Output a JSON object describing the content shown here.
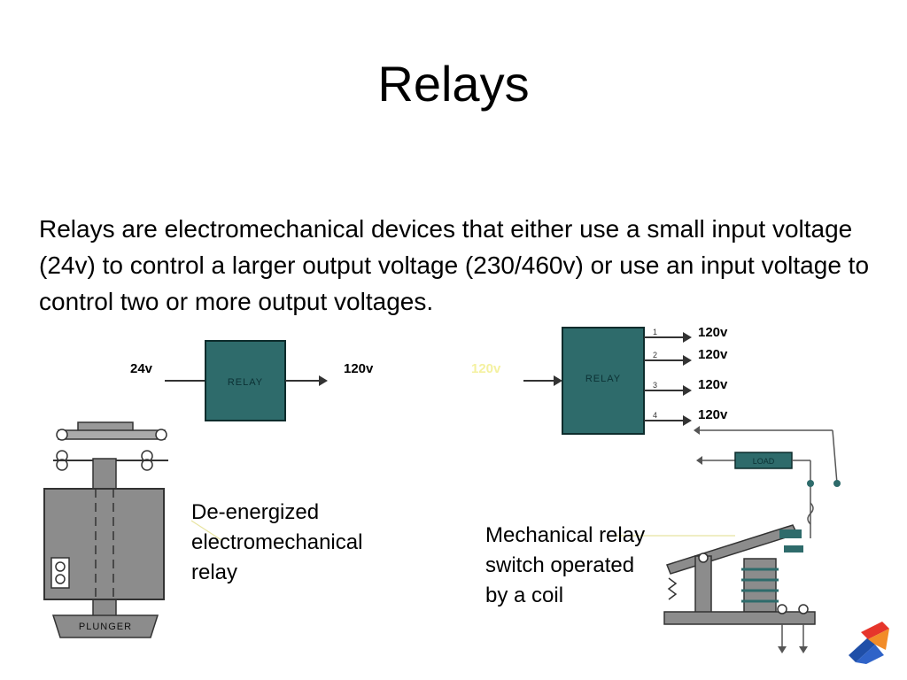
{
  "slide": {
    "title": "Relays",
    "body": "Relays are electromechanical devices that either use a small input voltage (24v) to control a larger output voltage (230/460v) or use an input voltage to control two or more output voltages."
  },
  "diagram_single": {
    "input_label": "24v",
    "output_label": "120v",
    "box_label": "RELAY"
  },
  "diagram_multi": {
    "input_label": "120v",
    "box_label": "RELAY",
    "terminal_numbers": [
      "1",
      "2",
      "3",
      "4"
    ],
    "output_labels": [
      "120v",
      "120v",
      "120v",
      "120v"
    ]
  },
  "captions": {
    "left": "De-energized electromechanical relay",
    "right": "Mechanical relay switch operated by a coil"
  },
  "illustrations": {
    "plunger_label": "PLUNGER",
    "load_label": "LOAD"
  },
  "colors": {
    "relay_box": "#2e6b6b",
    "device_gray": "#8c8c8c",
    "faint_label": "#f4f1a0"
  }
}
